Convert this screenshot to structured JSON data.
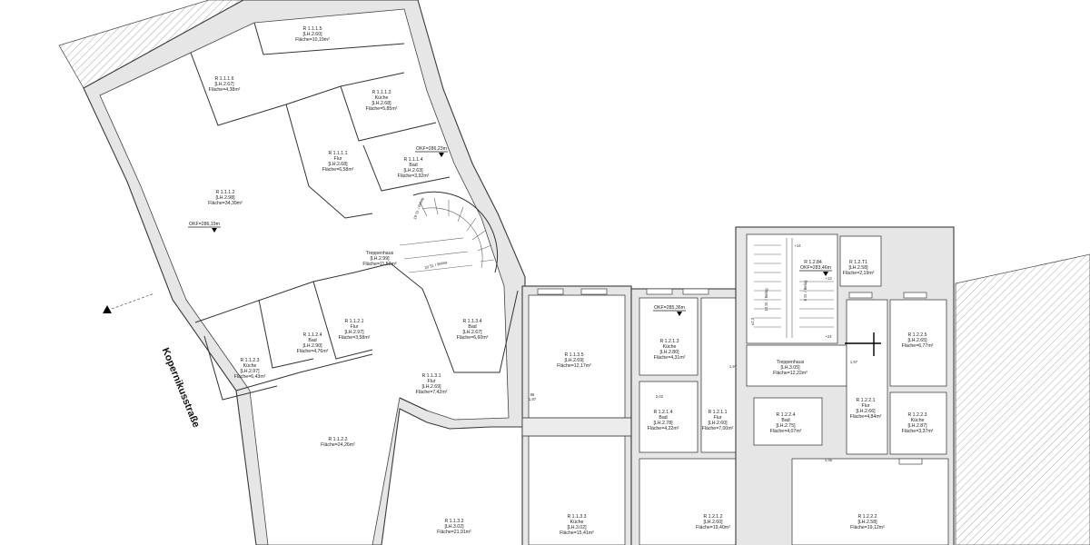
{
  "street_label": "Kopernikusstraße",
  "rooms": [
    {
      "id": "R 1.1.1.5",
      "lh": "[LH.2.60]",
      "area": "Fläche=10,19m²"
    },
    {
      "id": "R 1.1.1.6",
      "lh": "[LH.2.67]",
      "area": "Fläche=4,38m²"
    },
    {
      "id": "R 1.1.1.3",
      "name": "Küche",
      "lh": "[LH.2.68]",
      "area": "Fläche=5,85m²"
    },
    {
      "id": "R 1.1.1.1",
      "name": "Flur",
      "lh": "[LH.2.68]",
      "area": "Fläche=6,58m²"
    },
    {
      "id": "R 1.1.1.4",
      "name": "Bad",
      "lh": "[LH.2.63]",
      "area": "Fläche=3,92m²"
    },
    {
      "id": "R 1.1.1.2",
      "lh": "[LH.2.98]",
      "area": "Fläche=34,39m²"
    },
    {
      "id": "",
      "name": "Treppenhaus",
      "lh": "[LH.2.99]",
      "area": "Fläche=11,53m²"
    },
    {
      "id": "R 1.1.2.4",
      "name": "Bad",
      "lh": "[LH.2.90]",
      "area": "Fläche=4,76m²"
    },
    {
      "id": "R 1.1.2.1",
      "name": "Flur",
      "lh": "[LH.2.97]",
      "area": "Fläche=3,58m²"
    },
    {
      "id": "R 1.1.2.3",
      "name": "Küche",
      "lh": "[LH.2.97]",
      "area": "Fläche=6,43m²"
    },
    {
      "id": "R 1.1.3.4",
      "name": "Bad",
      "lh": "[LH.2.67]",
      "area": "Fläche=6,60m²"
    },
    {
      "id": "R 1.1.3.1",
      "name": "Flur",
      "lh": "[LH.2.69]",
      "area": "Fläche=7,42m²"
    },
    {
      "id": "R 1.1.3.5",
      "lh": "[LH.2.69]",
      "area": "Fläche=12,17m²"
    },
    {
      "id": "R 1.1.2.2",
      "lh": "",
      "area": "Fläche=24,26m²"
    },
    {
      "id": "R 1.2.1.3",
      "name": "Küche",
      "lh": "[LH.2.80]",
      "area": "Fläche=4,31m²"
    },
    {
      "id": "R 1.2.1.4",
      "name": "Bad",
      "lh": "[LH.2.78]",
      "area": "Fläche=4,22m²"
    },
    {
      "id": "R 1.2.1.1",
      "name": "Flur",
      "lh": "[LH.2.60]",
      "area": "Fläche=7,00m²"
    },
    {
      "id": "",
      "name": "Treppenhaus",
      "lh": "[LH.3.05]",
      "area": "Fläche=12,22m²"
    },
    {
      "id": "R 1.2.84",
      "lh": "",
      "area": ""
    },
    {
      "id": "R 1.2.T1",
      "lh": "[LH.2.58]",
      "area": "Fläche=2,19m²"
    },
    {
      "id": "R 1.2.2.5",
      "lh": "[LH.2.65]",
      "area": "Fläche=6,77m²"
    },
    {
      "id": "R 1.2.2.4",
      "name": "Bad",
      "lh": "[LH.2.75]",
      "area": "Fläche=4,07m²"
    },
    {
      "id": "R 1.2.2.1",
      "name": "Flur",
      "lh": "[LH.2.66]",
      "area": "Fläche=4,84m²"
    },
    {
      "id": "R 1.2.2.3",
      "name": "Küche",
      "lh": "[LH.2.87]",
      "area": "Fläche=3,37m²"
    },
    {
      "id": "R 1.1.3.2",
      "lh": "[LH.3.02]",
      "area": "Fläche=21,91m²"
    },
    {
      "id": "R 1.1.3.3",
      "name": "Küche",
      "lh": "[LH.3.02]",
      "area": "Fläche=15,41m²"
    },
    {
      "id": "R 1.2.1.2",
      "lh": "[LH.2.60]",
      "area": "Fläche=19,40m²"
    },
    {
      "id": "R 1.2.2.2",
      "lh": "[LH.2.58]",
      "area": "Fläche=19,12m²"
    }
  ],
  "levels": [
    {
      "text": "OKF=286,23m"
    },
    {
      "text": "OKF=286,19m"
    },
    {
      "text": "OKF=285,36m"
    },
    {
      "text": "OKF=283,46m"
    }
  ],
  "stair_notes": [
    {
      "text": "19 St. / Belag"
    },
    {
      "text": "20 St. / Belag"
    },
    {
      "text": "10 St. / Belag"
    },
    {
      "text": "8 St. / Belag"
    }
  ],
  "level_marks": [
    {
      "text": "+13"
    },
    {
      "text": "+14"
    },
    {
      "text": "+24"
    },
    {
      "text": "±2,3"
    }
  ],
  "dims": [
    {
      "text": "88"
    },
    {
      "text": "1,97"
    },
    {
      "text": "1,97"
    },
    {
      "text": "2,02"
    },
    {
      "text": "1,95"
    },
    {
      "text": "1,97"
    }
  ]
}
